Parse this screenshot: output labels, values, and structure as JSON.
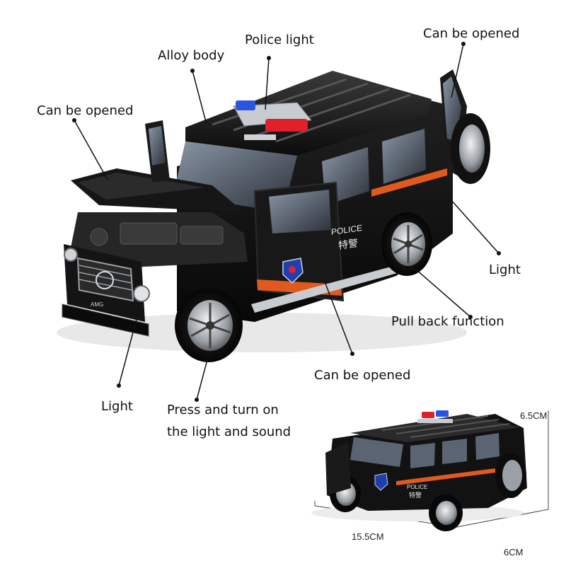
{
  "callouts": {
    "police_light": "Police light",
    "alloy_body": "Alloy body",
    "opened_top_right": "Can be opened",
    "opened_left": "Can be opened",
    "light_right": "Light",
    "pull_back": "Pull back function",
    "opened_door": "Can be opened",
    "light_left": "Light",
    "press_turn_line1": "Press and turn on",
    "press_turn_line2": "the light and sound"
  },
  "vehicle_text": {
    "police_main": "POLICE",
    "chinese_main": "特警",
    "police_small": "POLICE",
    "chinese_small": "特警",
    "grille_badge": "AMG"
  },
  "dimensions": {
    "height": "6.5CM",
    "length": "15.5CM",
    "width": "6CM"
  },
  "colors": {
    "body": "#141414",
    "stripe": "#e05a1e",
    "chrome": "#c8ccd0",
    "siren_red": "#e0202a",
    "siren_blue": "#2a55e0",
    "callout_line": "#111111"
  }
}
